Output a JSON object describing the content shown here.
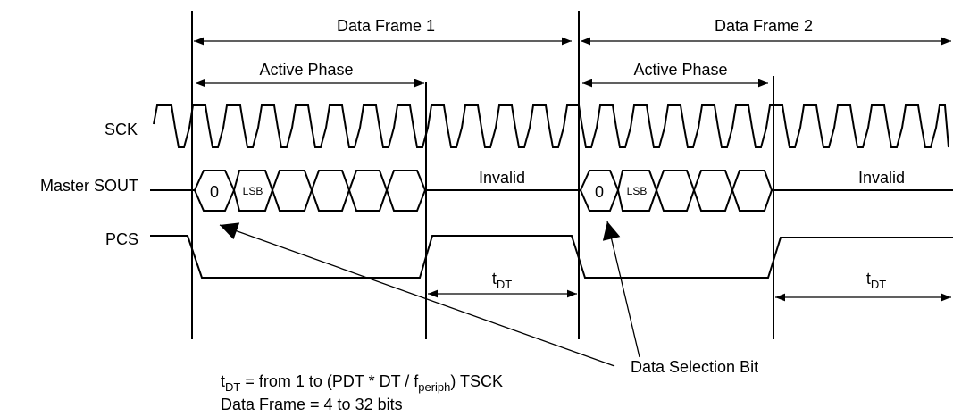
{
  "signals": {
    "sck": "SCK",
    "sout": "Master SOUT",
    "pcs": "PCS"
  },
  "frames": [
    {
      "label": "Data Frame 1",
      "active_label": "Active Phase",
      "first_bit": "0",
      "lsb_label": "LSB",
      "invalid_label": "Invalid",
      "tdt_main": "t",
      "tdt_sub": "DT"
    },
    {
      "label": "Data Frame 2",
      "active_label": "Active Phase",
      "first_bit": "0",
      "lsb_label": "LSB",
      "invalid_label": "Invalid",
      "tdt_main": "t",
      "tdt_sub": "DT"
    }
  ],
  "annotations": {
    "data_selection_bit": "Data Selection Bit",
    "formula": {
      "t": "t",
      "t_sub": "DT",
      "middle": " = from 1 to (PDT * DT / f",
      "f_sub": "periph",
      "end": ") TSCK"
    },
    "frame_size": "Data Frame = 4 to 32 bits"
  }
}
